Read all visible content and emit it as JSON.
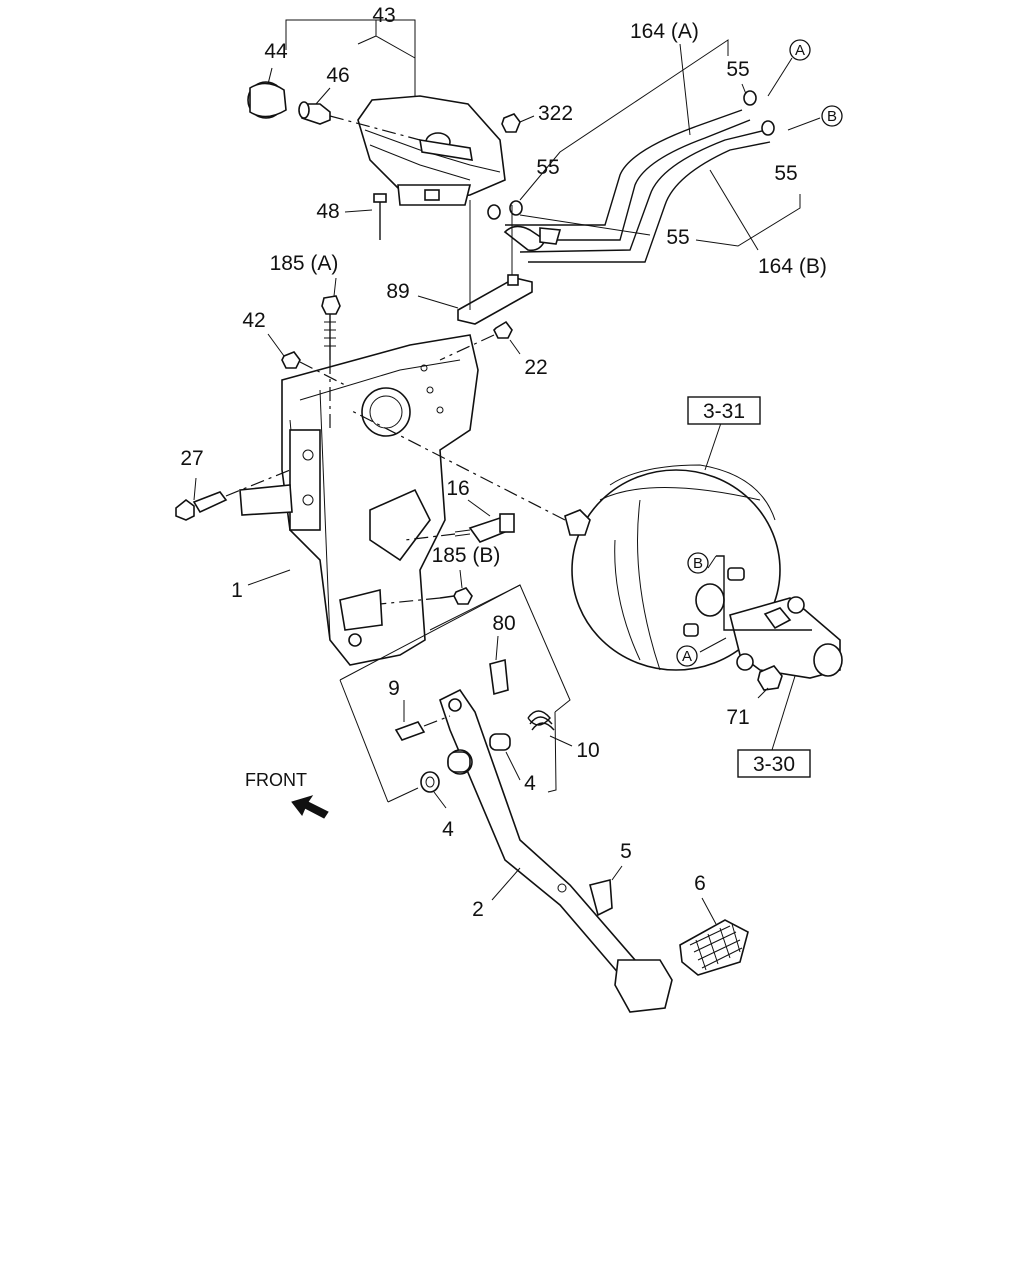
{
  "labels": {
    "l43": "43",
    "l44": "44",
    "l46": "46",
    "l322": "322",
    "l55a": "55",
    "l55b": "55",
    "l55c": "55",
    "l55d": "55",
    "l164a": "164 (A)",
    "l164b": "164 (B)",
    "l48": "48",
    "l185a": "185 (A)",
    "l89": "89",
    "l42": "42",
    "l22": "22",
    "l27": "27",
    "l16": "16",
    "l185b": "185 (B)",
    "l1": "1",
    "l80": "80",
    "l9": "9",
    "l10": "10",
    "l4a": "4",
    "l4b": "4",
    "l71": "71",
    "l2": "2",
    "l5": "5",
    "l6": "6",
    "front": "FRONT"
  },
  "refs": {
    "r331": "3-31",
    "r330": "3-30"
  },
  "circled": {
    "A_top": "A",
    "B_top": "B",
    "B_booster": "B",
    "A_booster": "A"
  }
}
